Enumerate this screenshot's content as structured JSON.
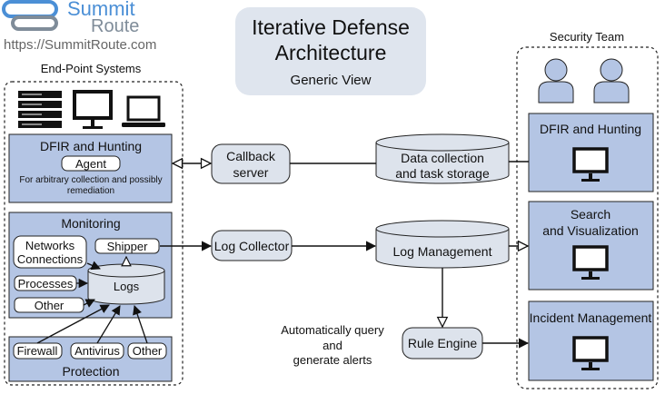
{
  "logo": {
    "brand_line1": "Summit",
    "brand_line2": "Route",
    "url": "https://SummitRoute.com"
  },
  "title": {
    "line1": "Iterative Defense",
    "line2": "Architecture",
    "subtitle": "Generic View"
  },
  "endpoint": {
    "label": "End-Point Systems",
    "dfir": {
      "title": "DFIR and Hunting",
      "agent": "Agent",
      "note_line1": "For arbitrary collection and possibly",
      "note_line2": "remediation"
    },
    "monitoring": {
      "title": "Monitoring",
      "shipper": "Shipper",
      "network_line1": "Networks",
      "network_line2": "Connections",
      "processes": "Processes",
      "other": "Other",
      "logs": "Logs"
    },
    "protection": {
      "title": "Protection",
      "firewall": "Firewall",
      "antivirus": "Antivirus",
      "other": "Other"
    }
  },
  "middle": {
    "callback_line1": "Callback",
    "callback_line2": "server",
    "log_collector": "Log Collector",
    "data_store_line1": "Data collection",
    "data_store_line2": "and task storage",
    "log_management": "Log Management",
    "rule_engine": "Rule Engine",
    "auto_line1": "Automatically query",
    "auto_line2": "and",
    "auto_line3": "generate alerts"
  },
  "security_team": {
    "label": "Security Team",
    "dfir": "DFIR and Hunting",
    "search_line1": "Search",
    "search_line2": "and Visualization",
    "incident": "Incident Management"
  },
  "colors": {
    "blue_box": "#b4c5e4",
    "gray_box": "#dde3ec",
    "title_bg": "#dfe5ee",
    "logo_blue": "#4b8fd6",
    "logo_gray": "#7f8c99"
  }
}
